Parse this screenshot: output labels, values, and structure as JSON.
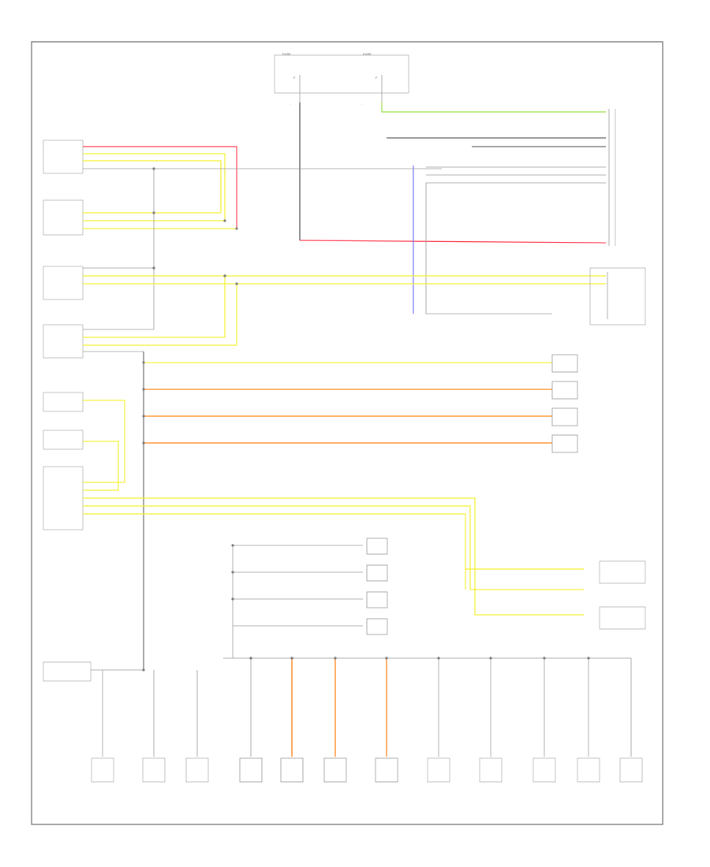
{
  "page": {
    "footer_code": ""
  },
  "diagram": {
    "components": [],
    "wires": [
      {
        "color": "red"
      },
      {
        "color": "yellow"
      },
      {
        "color": "orange"
      },
      {
        "color": "green"
      },
      {
        "color": "blue"
      },
      {
        "color": "black"
      }
    ]
  }
}
